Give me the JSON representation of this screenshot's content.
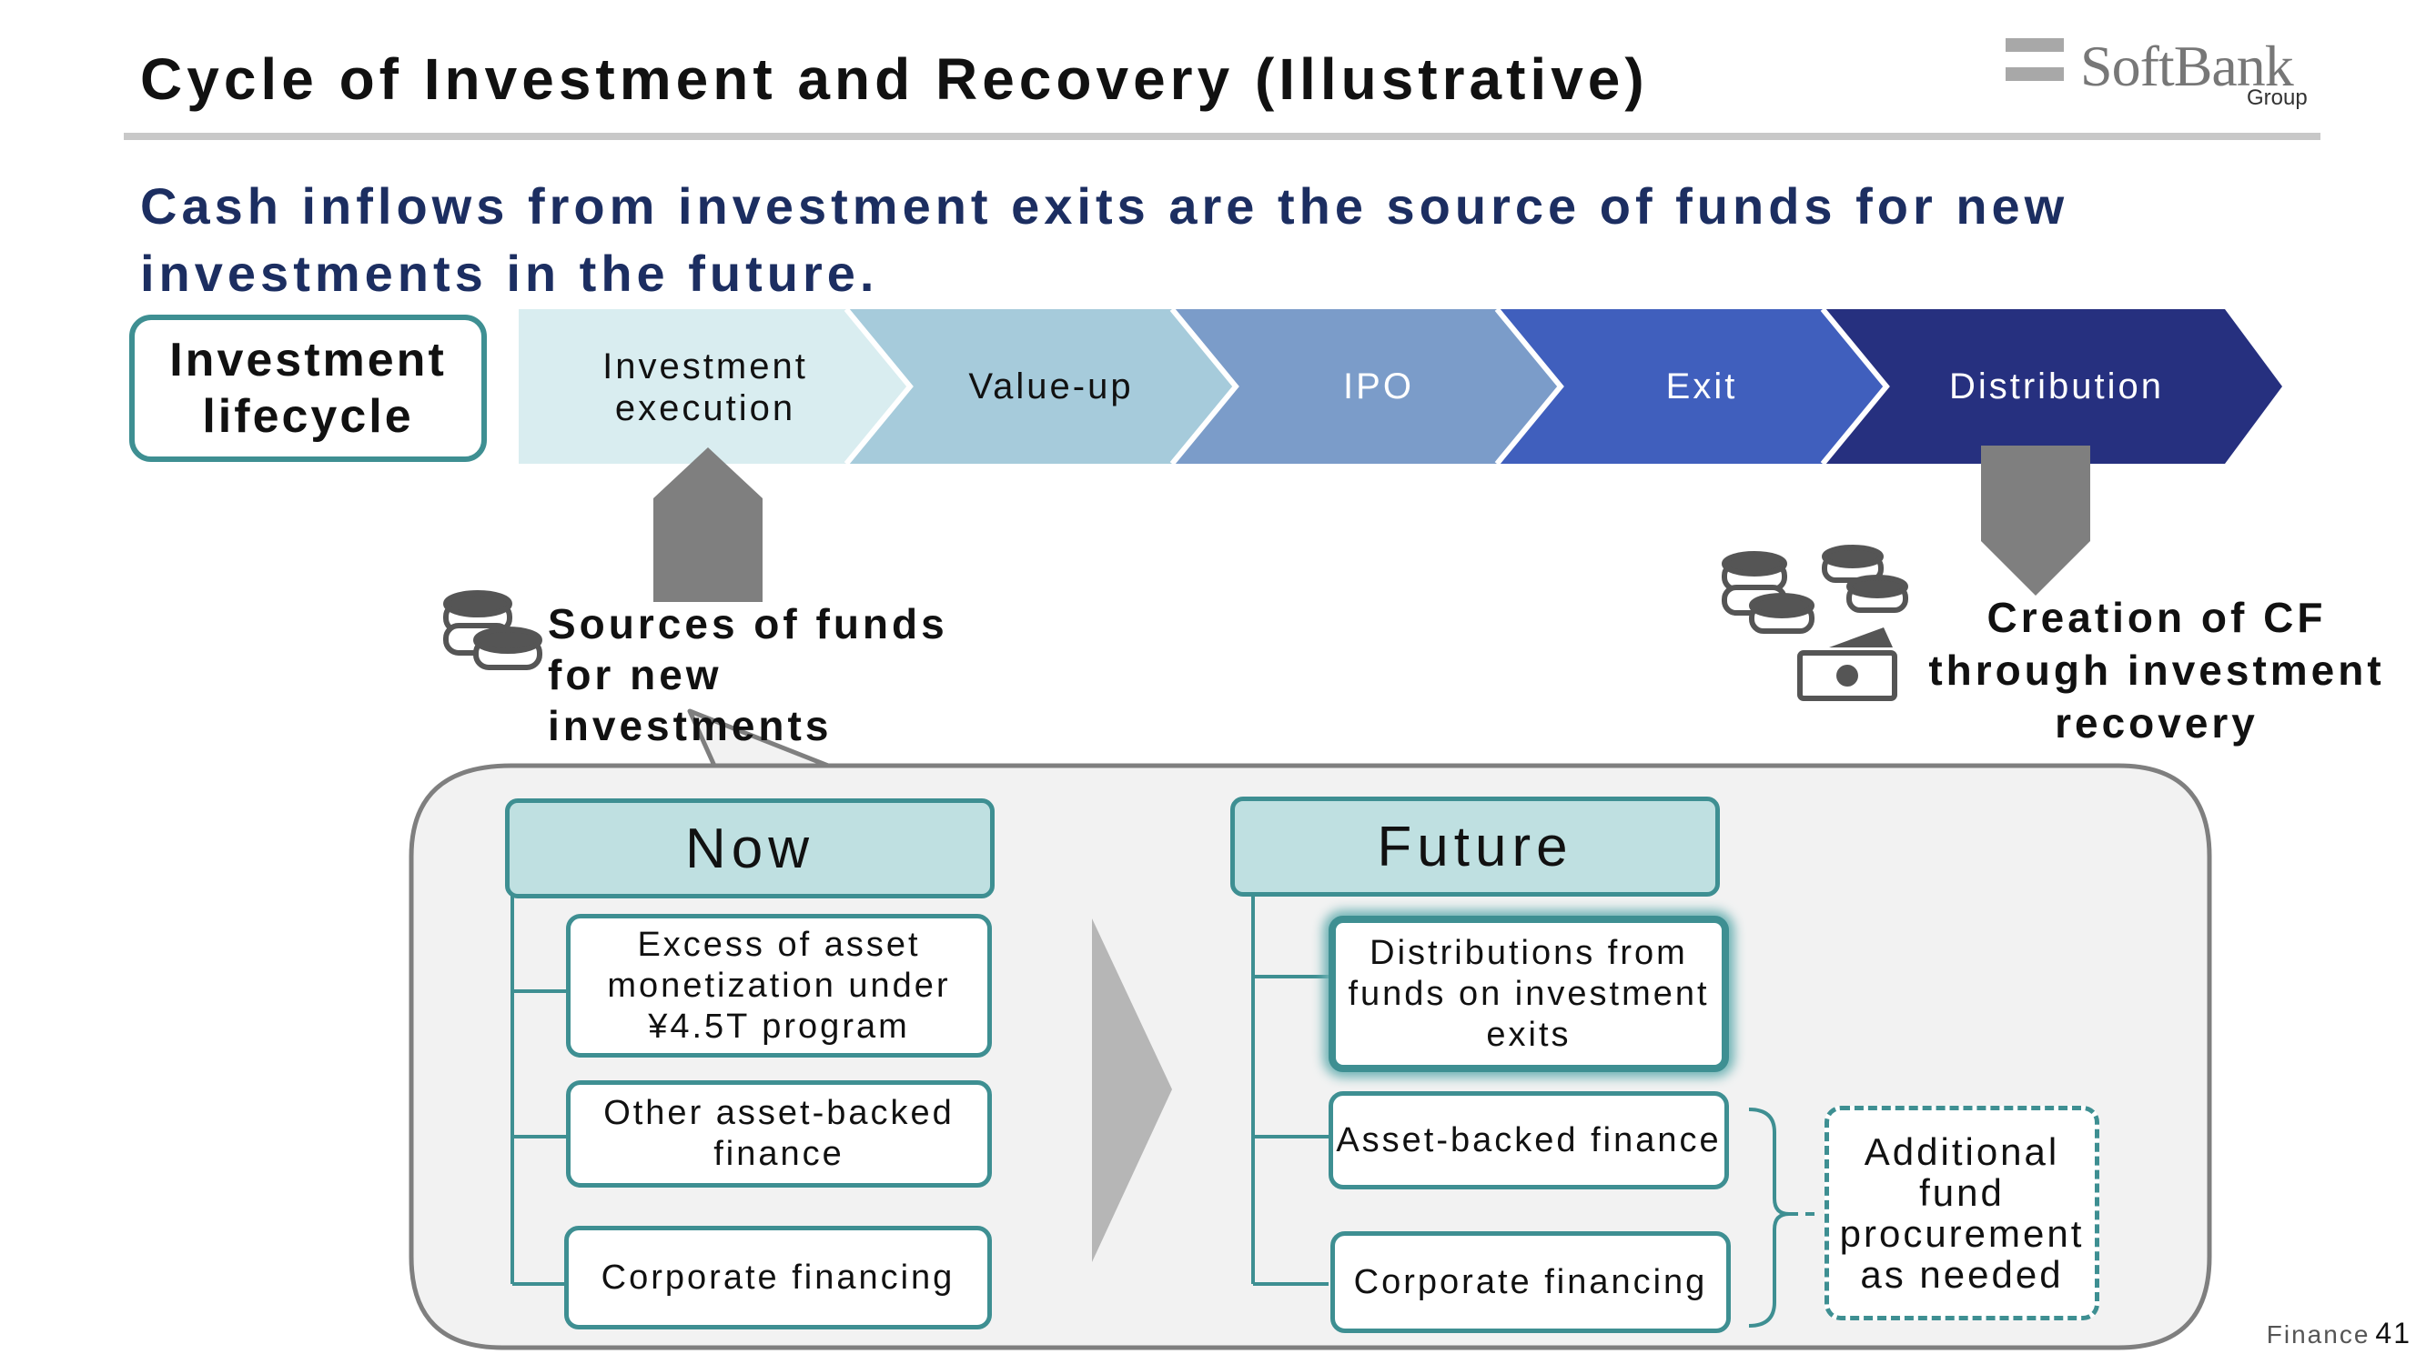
{
  "header": {
    "title": "Cycle of Investment and Recovery (Illustrative)",
    "logo_text": "SoftBank",
    "logo_sub": "Group"
  },
  "subtitle": "Cash inflows from investment exits are the source of funds for new investments in the future.",
  "lifecycle": {
    "label": "Investment lifecycle",
    "stages": [
      {
        "label": "Investment execution",
        "color": "#d9edf0"
      },
      {
        "label": "Value-up",
        "color": "#a6cbdb"
      },
      {
        "label": "IPO",
        "color": "#7b9cc9"
      },
      {
        "label": "Exit",
        "color": "#405fbd"
      },
      {
        "label": "Distribution",
        "color": "#26307f"
      }
    ]
  },
  "sources_label": "Sources of funds for new investments",
  "cf_label": "Creation of CF through investment recovery",
  "now": {
    "title": "Now",
    "items": [
      "Excess of asset monetization under ¥4.5T program",
      "Other asset-backed finance",
      "Corporate financing"
    ]
  },
  "future": {
    "title": "Future",
    "items": [
      "Distributions from funds on investment exits",
      "Asset-backed finance",
      "Corporate financing"
    ],
    "additional": "Additional fund procurement as needed"
  },
  "footer": {
    "section": "Finance",
    "page": "41"
  },
  "colors": {
    "title_navy": "#1c2e61",
    "teal": "#3e8f92",
    "teal_light": "#bfe0e1",
    "gray_arrow": "#7f7f7f"
  }
}
